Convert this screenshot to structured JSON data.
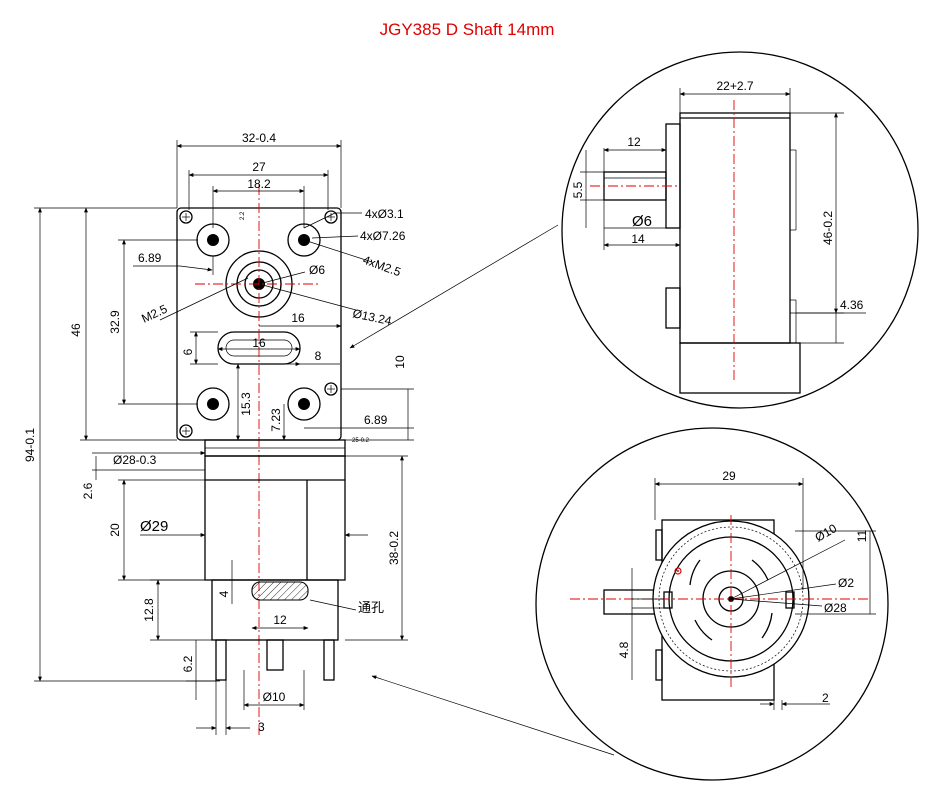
{
  "title": "JGY385 D Shaft 14mm",
  "front_view": {
    "width_overall": "32-0.4",
    "hole_spacing_x": "27",
    "center_spacing": "18.2",
    "small_dim": "2.2",
    "hole_a": "4xØ3.1",
    "hole_b": "4xØ7.26",
    "screw": "4xM2.5",
    "offset_left": "6.89",
    "shaft_dia": "Ø6",
    "m25": "M2.5",
    "boss_dia": "Ø13.24",
    "slot_len_outer": "16",
    "slot_len_inner": "16",
    "slot_width": "6",
    "slot_half": "8",
    "right_10": "10",
    "height_46": "46",
    "height_32_9": "32.9",
    "dim_15_3": "15.3",
    "dim_7_23": "7.23",
    "offset_right": "6.89",
    "gear_thk": "25-0.2",
    "overall_height": "94-0.1"
  },
  "motor_view": {
    "collar": "Ø28-0.3",
    "dim_2_6": "2.6",
    "dim_20": "20",
    "body_dia": "Ø29",
    "length_38": "38-0.2",
    "dim_4": "4",
    "through_hole": "通孔",
    "dim_12_8": "12.8",
    "vent_12": "12",
    "dim_6_2": "6.2",
    "end_dia": "Ø10",
    "terminal_3": "3"
  },
  "side_detail": {
    "depth": "22+2.7",
    "shaft_len": "12",
    "flat": "5.5",
    "shaft_dia": "Ø6",
    "shaft_14": "14",
    "height": "46-0.2",
    "offset": "4.36"
  },
  "end_detail": {
    "width": "29",
    "d10": "Ø10",
    "d11": "11",
    "d2": "Ø2",
    "d28": "Ø28",
    "d4_8": "4.8",
    "d_2": "2"
  },
  "colors": {
    "title": "#e00000",
    "centerline": "#e00000",
    "lines": "#000000"
  }
}
